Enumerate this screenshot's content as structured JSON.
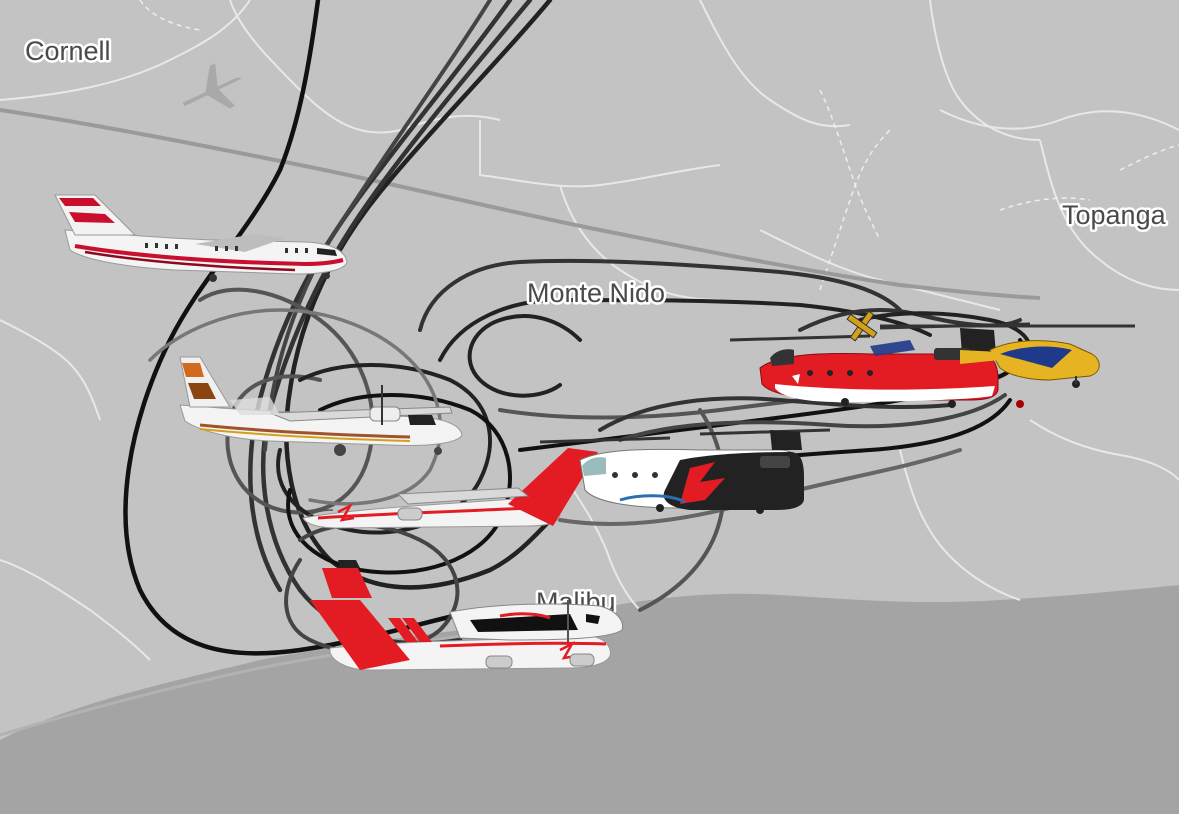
{
  "map": {
    "colors": {
      "land": "#c3c3c3",
      "water": "#a4a4a4",
      "boundary": "#e8e8e8",
      "highway": "#9a9a9a",
      "track": "#111111"
    },
    "places": [
      {
        "id": "cornell",
        "name": "Cornell"
      },
      {
        "id": "monte-nido",
        "name": "Monte Nido"
      },
      {
        "id": "topanga",
        "name": "Topanga"
      },
      {
        "id": "malibu",
        "name": "Malibu"
      }
    ],
    "aircraft": [
      {
        "id": "jet",
        "kind": "regional jet",
        "livery": [
          "#ffffff",
          "#c8102e"
        ]
      },
      {
        "id": "turboprop",
        "kind": "high-wing turboprop",
        "livery": [
          "#ffffff",
          "#a0522d"
        ]
      },
      {
        "id": "tanker-1",
        "kind": "amphibious scooper",
        "livery": [
          "#ffffff",
          "#e31b23"
        ]
      },
      {
        "id": "chinook-black",
        "kind": "tandem-rotor helicopter",
        "livery": [
          "#222222",
          "#e31b23"
        ]
      },
      {
        "id": "chinook-red",
        "kind": "tandem-rotor helicopter",
        "livery": [
          "#e31b23",
          "#ffffff"
        ]
      },
      {
        "id": "skycrane",
        "kind": "crane helicopter",
        "livery": [
          "#e6b422",
          "#1f3a8a"
        ]
      },
      {
        "id": "tanker-2",
        "kind": "amphibious scooper",
        "livery": [
          "#ffffff",
          "#e31b23"
        ]
      }
    ]
  }
}
